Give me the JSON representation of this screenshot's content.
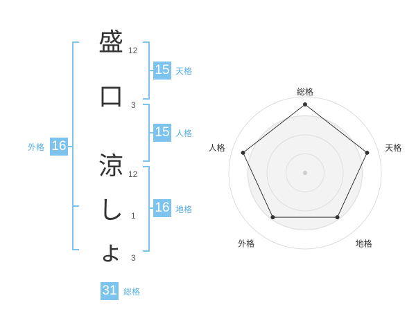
{
  "name": {
    "chars": [
      {
        "char": "盛",
        "strokes": "12"
      },
      {
        "char": "口",
        "strokes": "3"
      },
      {
        "char": "涼",
        "strokes": "12"
      },
      {
        "char": "し",
        "strokes": "1"
      },
      {
        "char": "ょ",
        "strokes": "3"
      }
    ]
  },
  "fortunes": {
    "tenkaku": {
      "value": "15",
      "label": "天格"
    },
    "jinkaku": {
      "value": "15",
      "label": "人格"
    },
    "chikaku": {
      "value": "16",
      "label": "地格"
    },
    "gaikaku": {
      "value": "16",
      "label": "外格"
    },
    "soukaku": {
      "value": "31",
      "label": "総格"
    }
  },
  "colors": {
    "accent": "#7cc4ee",
    "label": "#5ab0e0",
    "text": "#333333"
  },
  "chart_data": {
    "type": "radar",
    "axes": [
      "総格",
      "天格",
      "地格",
      "外格",
      "人格"
    ],
    "values": [
      1.0,
      0.95,
      0.8,
      0.8,
      0.95
    ],
    "max": 1.0,
    "rings": 4
  }
}
